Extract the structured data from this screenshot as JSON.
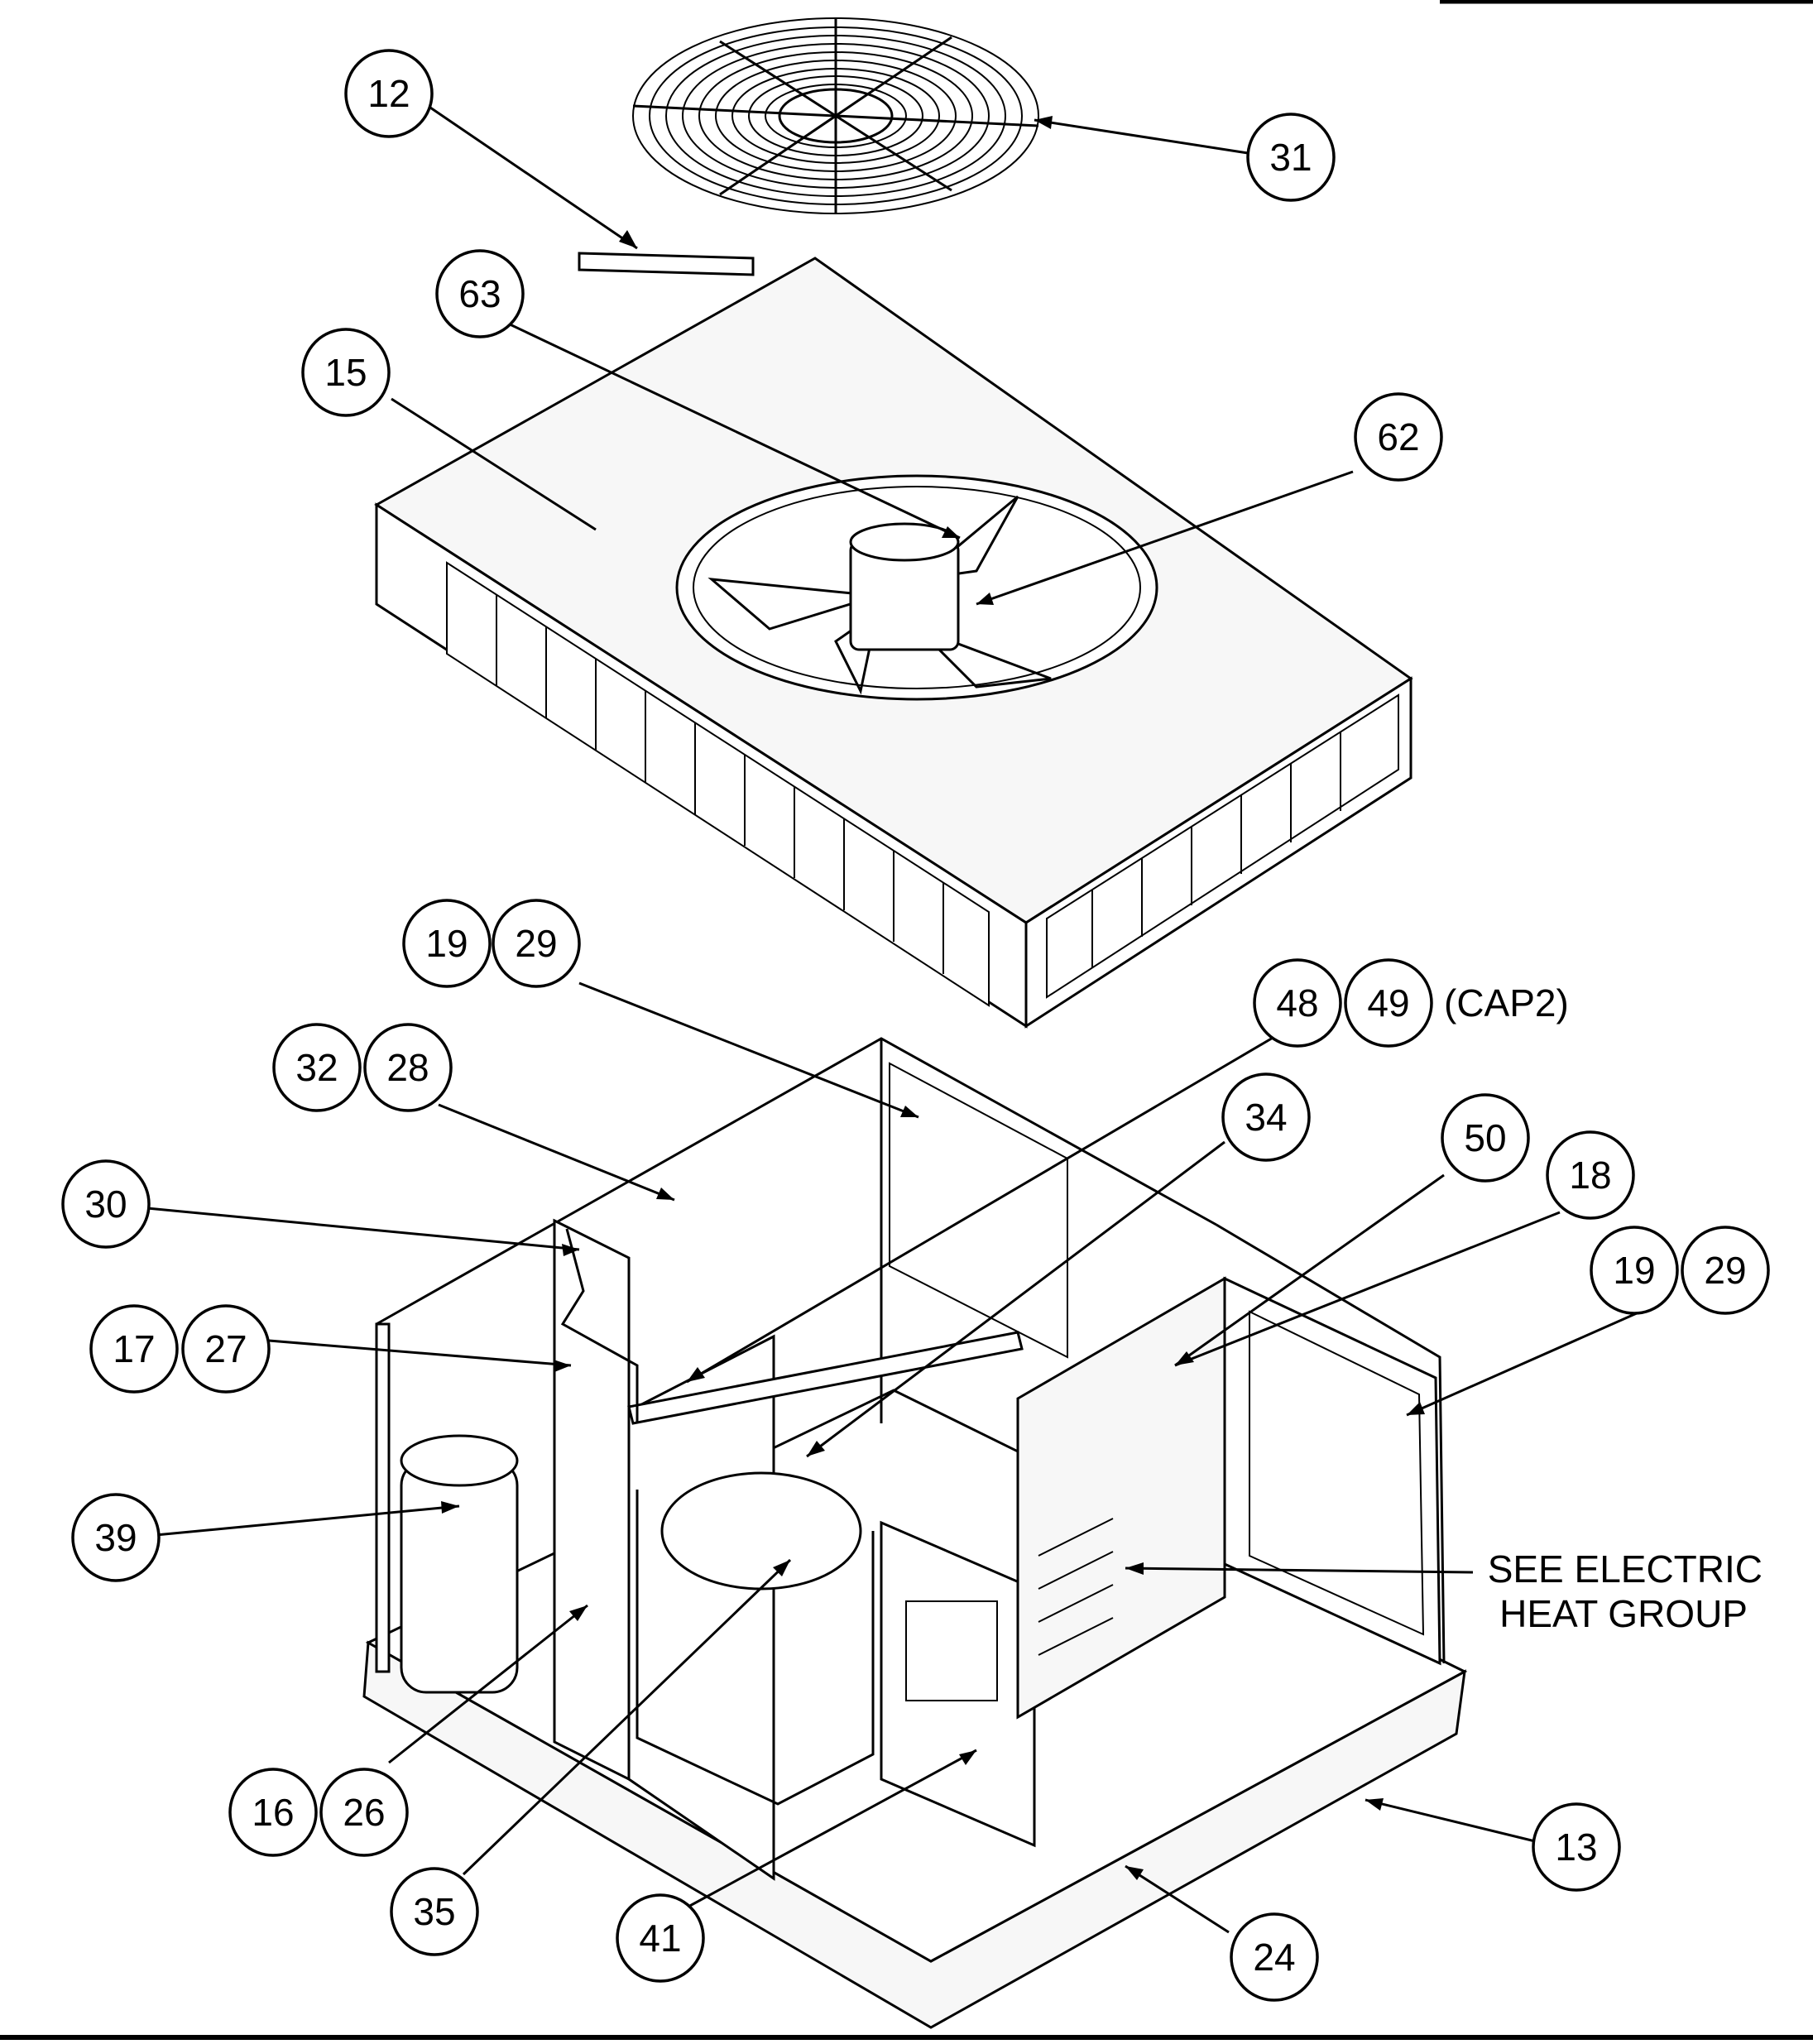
{
  "callouts": [
    {
      "id": "c12",
      "label": "12"
    },
    {
      "id": "c31",
      "label": "31"
    },
    {
      "id": "c63",
      "label": "63"
    },
    {
      "id": "c15",
      "label": "15"
    },
    {
      "id": "c62",
      "label": "62"
    },
    {
      "id": "c19a",
      "label": "19"
    },
    {
      "id": "c29a",
      "label": "29"
    },
    {
      "id": "c48",
      "label": "48"
    },
    {
      "id": "c49",
      "label": "49"
    },
    {
      "id": "c32",
      "label": "32"
    },
    {
      "id": "c28",
      "label": "28"
    },
    {
      "id": "c34",
      "label": "34"
    },
    {
      "id": "c50",
      "label": "50"
    },
    {
      "id": "c18",
      "label": "18"
    },
    {
      "id": "c30",
      "label": "30"
    },
    {
      "id": "c19b",
      "label": "19"
    },
    {
      "id": "c29b",
      "label": "29"
    },
    {
      "id": "c17",
      "label": "17"
    },
    {
      "id": "c27",
      "label": "27"
    },
    {
      "id": "c39",
      "label": "39"
    },
    {
      "id": "c16",
      "label": "16"
    },
    {
      "id": "c26",
      "label": "26"
    },
    {
      "id": "c13",
      "label": "13"
    },
    {
      "id": "c35",
      "label": "35"
    },
    {
      "id": "c41",
      "label": "41"
    },
    {
      "id": "c24",
      "label": "24"
    }
  ],
  "annotations": {
    "cap2": "(CAP2)",
    "electric_heat_line1": "SEE ELECTRIC",
    "electric_heat_line2": "HEAT GROUP"
  }
}
